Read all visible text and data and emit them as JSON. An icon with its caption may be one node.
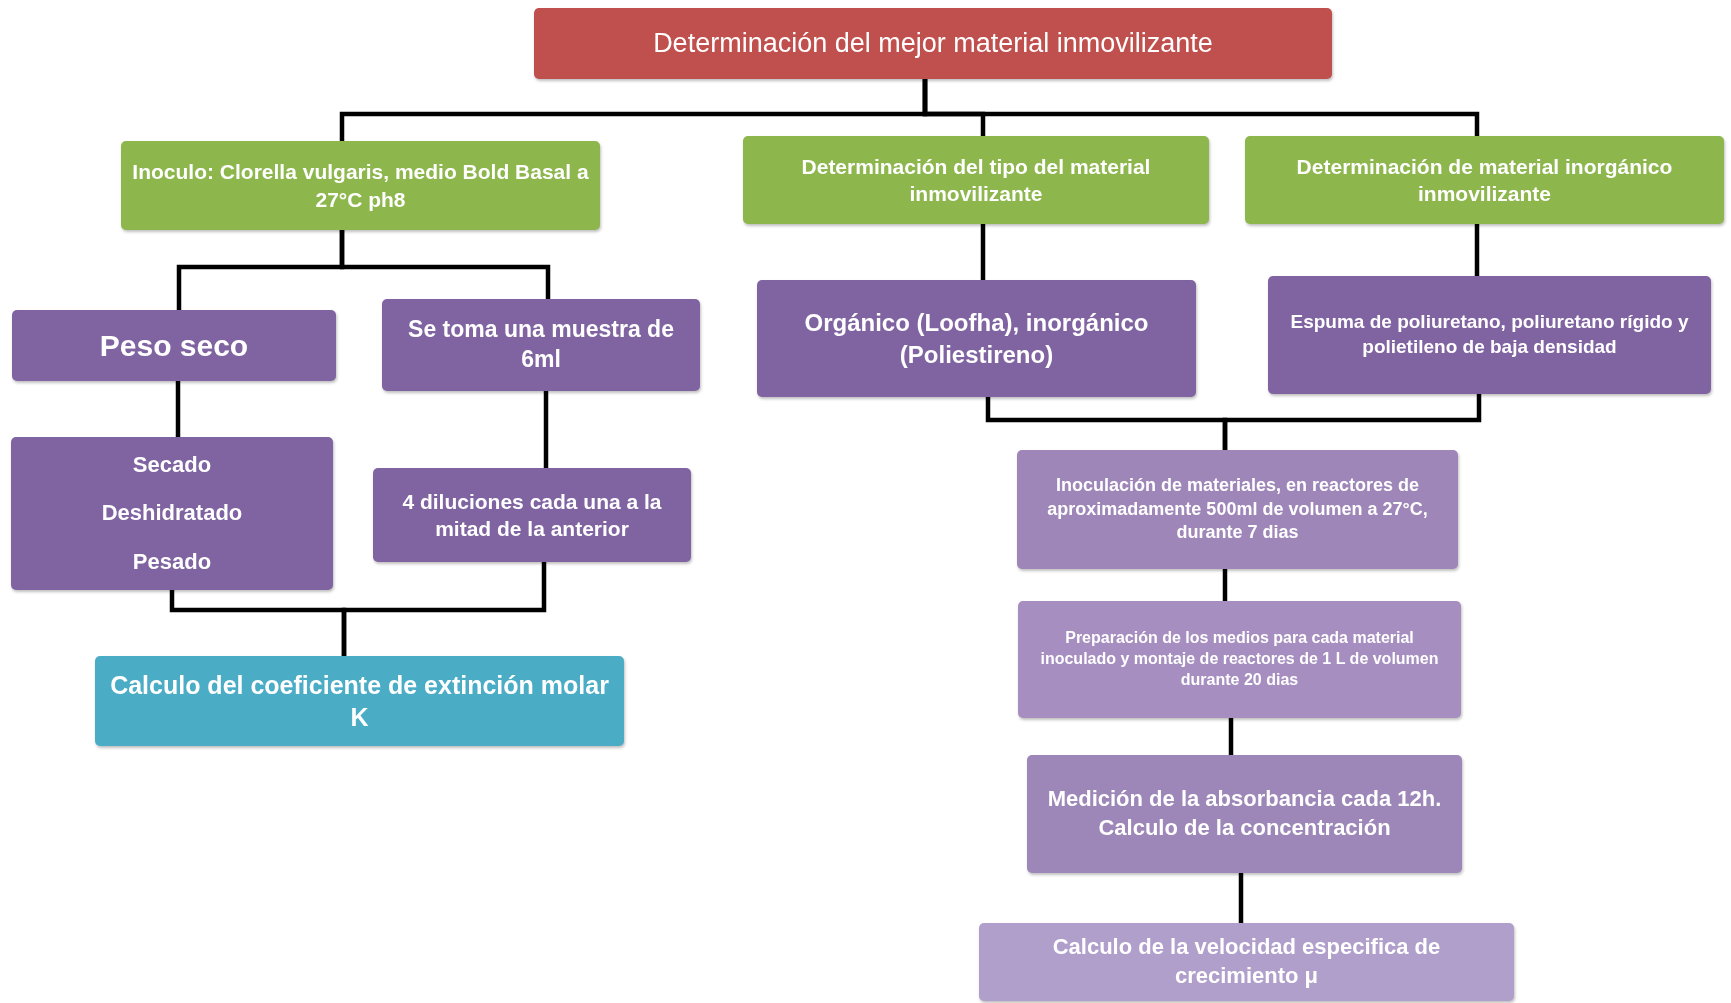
{
  "diagram": {
    "nodes": [
      {
        "text": [
          "Determinación del mejor material inmovilizante"
        ]
      },
      {
        "text": [
          "Inoculo: Clorella vulgaris, medio Bold Basal a 27°C ph8"
        ]
      },
      {
        "text": [
          "Determinación del tipo del material inmovilizante"
        ]
      },
      {
        "text": [
          "Determinación de material inorgánico inmovilizante"
        ]
      },
      {
        "text": [
          "Peso seco"
        ]
      },
      {
        "text": [
          "Se toma una muestra de 6ml"
        ]
      },
      {
        "text": [
          "Orgánico (Loofha), inorgánico (Poliestireno)"
        ]
      },
      {
        "text": [
          "Espuma de poliuretano, poliuretano rígido y polietileno de baja densidad"
        ]
      },
      {
        "text": [
          "Secado",
          "Deshidratado",
          "Pesado"
        ]
      },
      {
        "text": [
          "4 diluciones cada una a la mitad de la anterior"
        ]
      },
      {
        "text": [
          "Calculo del coeficiente de extinción molar K"
        ]
      },
      {
        "text": [
          "Inoculación de materiales, en reactores de aproximadamente 500ml de volumen a 27°C, durante 7 dias"
        ]
      },
      {
        "text": [
          "Preparación de los medios para cada material inoculado y montaje de reactores de 1 L de volumen durante 20 dias"
        ]
      },
      {
        "text": [
          "Medición de la absorbancia cada 12h. Calculo de la concentración"
        ]
      },
      {
        "text": [
          "Calculo de la velocidad especifica de crecimiento μ"
        ]
      }
    ],
    "edges": [
      {
        "from": 0,
        "to": 1,
        "arrow": "none"
      },
      {
        "from": 0,
        "to": 2,
        "arrow": "none"
      },
      {
        "from": 0,
        "to": 3,
        "arrow": "none"
      },
      {
        "from": 1,
        "to": 4,
        "arrow": "none"
      },
      {
        "from": 1,
        "to": 5,
        "arrow": "none"
      },
      {
        "from": 4,
        "to": 8,
        "arrow": "none"
      },
      {
        "from": 5,
        "to": 9,
        "arrow": "none"
      },
      {
        "from": 8,
        "to": 10,
        "arrow": "none"
      },
      {
        "from": 9,
        "to": 10,
        "arrow": "none"
      },
      {
        "from": 2,
        "to": 6,
        "arrow": "none"
      },
      {
        "from": 3,
        "to": 7,
        "arrow": "none"
      },
      {
        "from": 6,
        "to": 11,
        "arrow": "none"
      },
      {
        "from": 7,
        "to": 11,
        "arrow": "none"
      },
      {
        "from": 11,
        "to": 12,
        "arrow": "none"
      },
      {
        "from": 12,
        "to": 13,
        "arrow": "none"
      },
      {
        "from": 13,
        "to": 14,
        "arrow": "none"
      }
    ]
  }
}
